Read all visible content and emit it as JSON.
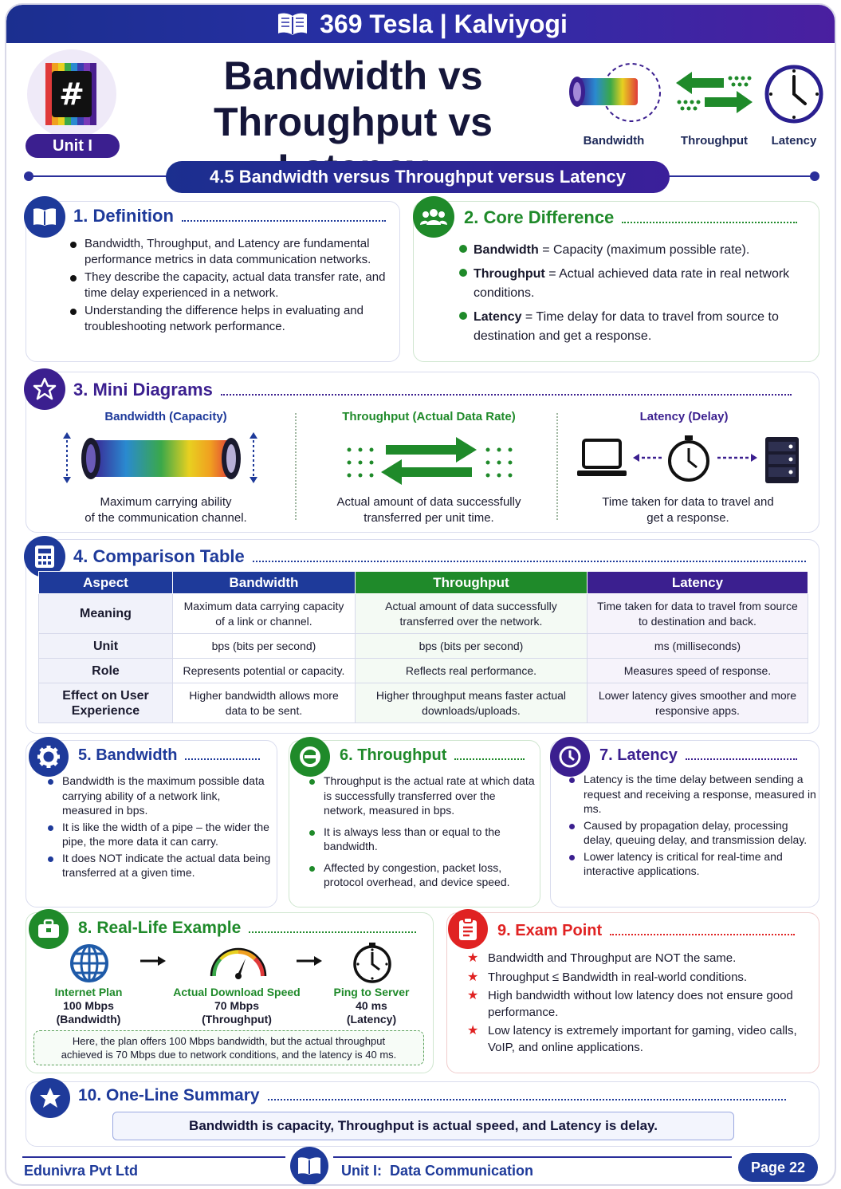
{
  "banner": {
    "title": "369 Tesla | Kalviyogi",
    "icon": "open-book-icon"
  },
  "header": {
    "unit_label": "Unit I",
    "title_line1": "Bandwidth vs",
    "title_line2": "Throughput vs Latency",
    "icons": [
      {
        "label": "Bandwidth",
        "icon": "pipe-icon"
      },
      {
        "label": "Throughput",
        "icon": "arrows-icon"
      },
      {
        "label": "Latency",
        "icon": "clock-icon"
      }
    ],
    "subtitle": "4.5  Bandwidth versus Throughput versus Latency"
  },
  "definition": {
    "heading": "1. Definition",
    "items": [
      "Bandwidth, Throughput, and Latency are fundamental performance metrics in data communication networks.",
      "They describe the capacity, actual data transfer rate, and time delay experienced in a network.",
      "Understanding the difference helps in evaluating and troubleshooting network performance."
    ]
  },
  "core": {
    "heading": "2. Core Difference",
    "items": [
      {
        "term": "Bandwidth",
        "eq": " = ",
        "desc": "Capacity (maximum possible rate)."
      },
      {
        "term": "Throughput",
        "eq": " = ",
        "desc": "Actual achieved data rate in real network conditions."
      },
      {
        "term": "Latency",
        "eq": " = ",
        "desc": "Time delay for data to travel from source to destination and get a response."
      }
    ]
  },
  "mini": {
    "heading": "3. Mini Diagrams",
    "panels": [
      {
        "title": "Bandwidth (Capacity)",
        "caption1": "Maximum carrying ability",
        "caption2": "of the communication channel."
      },
      {
        "title": "Throughput (Actual Data Rate)",
        "caption1": "Actual amount of data successfully",
        "caption2": "transferred per unit time."
      },
      {
        "title": "Latency (Delay)",
        "caption1": "Time taken for data to travel and",
        "caption2": "get a response."
      }
    ]
  },
  "table": {
    "heading": "4. Comparison Table",
    "headers": [
      "Aspect",
      "Bandwidth",
      "Throughput",
      "Latency"
    ],
    "header_colors": [
      "#1e3a9a",
      "#1e3a9a",
      "#1f8a2a",
      "#3b1f8f"
    ],
    "rows": [
      [
        "Meaning",
        "Maximum data carrying capacity of a link or channel.",
        "Actual amount of data successfully transferred over the network.",
        "Time taken for data to travel from source to destination and back."
      ],
      [
        "Unit",
        "bps (bits per second)",
        "bps (bits per second)",
        "ms (milliseconds)"
      ],
      [
        "Role",
        "Represents potential or capacity.",
        "Reflects real performance.",
        "Measures speed of response."
      ],
      [
        "Effect on User Experience",
        "Higher bandwidth allows more data to be sent.",
        "Higher throughput means faster actual downloads/uploads.",
        "Lower latency gives smoother and more responsive apps."
      ]
    ]
  },
  "bandwidth": {
    "heading": "5. Bandwidth",
    "items": [
      "Bandwidth is the maximum possible data carrying ability of a network link, measured in bps.",
      "It is like the width of a pipe – the wider the pipe, the more data it can carry.",
      "It does NOT indicate the actual data being transferred at a given time."
    ]
  },
  "throughput": {
    "heading": "6. Throughput",
    "items": [
      "Throughput is the actual rate at which data is successfully transferred over the network, measured in bps.",
      "It is always less than or equal to the bandwidth.",
      "Affected by congestion, packet loss, protocol overhead, and device speed."
    ]
  },
  "latency": {
    "heading": "7. Latency",
    "items": [
      "Latency is the time delay between sending a request and receiving a response, measured in ms.",
      "Caused by propagation delay, processing delay, queuing delay, and transmission delay.",
      "Lower latency is critical for real-time and interactive applications."
    ]
  },
  "example": {
    "heading": "8. Real-Life Example",
    "items": [
      {
        "title": "Internet Plan",
        "value": "100 Mbps",
        "tag": "(Bandwidth)"
      },
      {
        "title": "Actual Download Speed",
        "value": "70 Mbps",
        "tag": "(Throughput)"
      },
      {
        "title": "Ping to Server",
        "value": "40 ms",
        "tag": "(Latency)"
      }
    ],
    "note_line1": "Here, the plan offers 100 Mbps bandwidth, but the actual throughput",
    "note_line2": "achieved is 70 Mbps due to network conditions, and the latency is 40 ms."
  },
  "exam": {
    "heading": "9. Exam Point",
    "items": [
      "Bandwidth and Throughput are NOT the same.",
      "Throughput ≤ Bandwidth in real-world conditions.",
      "High bandwidth without low latency does not ensure good performance.",
      "Low latency is extremely important for gaming, video calls, VoIP, and online applications."
    ]
  },
  "summary": {
    "heading": "10. One-Line Summary",
    "text": "Bandwidth is capacity, Throughput is actual speed, and Latency is delay."
  },
  "footer": {
    "company": "Edunivra Pvt Ltd",
    "unit": "Unit I:  Data Communication",
    "page": "Page 22"
  },
  "colors": {
    "blue": "#1e3a9a",
    "green": "#1f8a2a",
    "purple": "#3b1f8f",
    "red": "#e02222"
  }
}
